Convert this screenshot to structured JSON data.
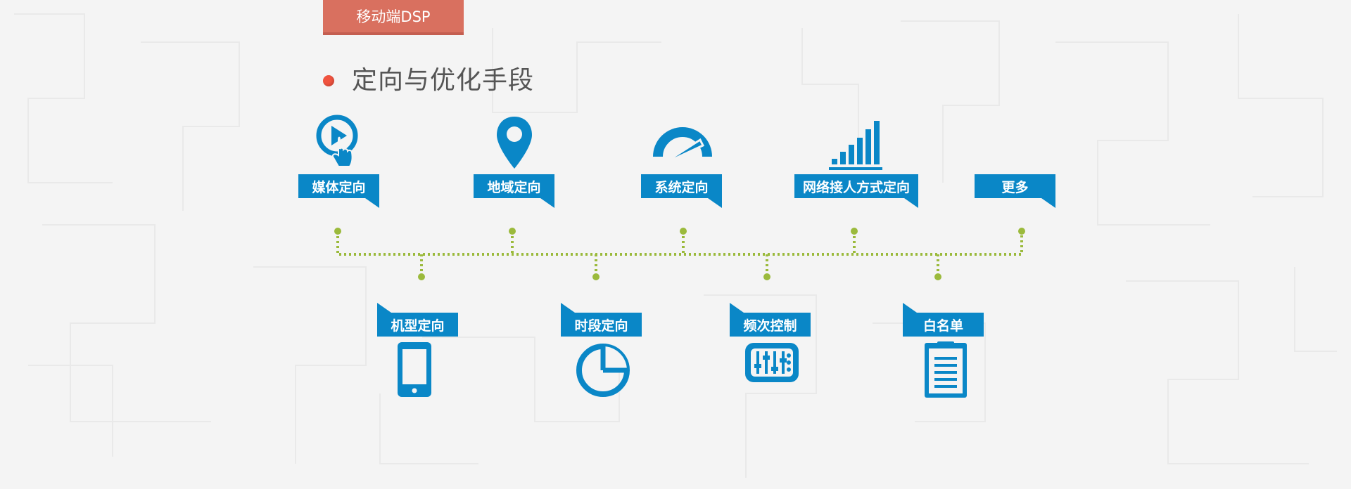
{
  "header": {
    "tab_label": "移动端DSP"
  },
  "section": {
    "title": "定向与优化手段"
  },
  "diagram": {
    "top_items": [
      {
        "label": "媒体定向",
        "icon": "touch-play-icon"
      },
      {
        "label": "地域定向",
        "icon": "map-pin-icon"
      },
      {
        "label": "系统定向",
        "icon": "gauge-icon"
      },
      {
        "label": "网络接人方式定向",
        "icon": "signal-bars-icon"
      },
      {
        "label": "更多",
        "icon": "ellipsis-icon"
      }
    ],
    "bottom_items": [
      {
        "label": "机型定向",
        "icon": "phone-icon"
      },
      {
        "label": "时段定向",
        "icon": "pie-clock-icon"
      },
      {
        "label": "频次控制",
        "icon": "sliders-icon"
      },
      {
        "label": "白名单",
        "icon": "clipboard-icon"
      }
    ]
  },
  "colors": {
    "tab": "#d9705f",
    "accent_blue": "#0a87c7",
    "connector_green": "#9bba3c",
    "bullet_red": "#f0533f"
  }
}
